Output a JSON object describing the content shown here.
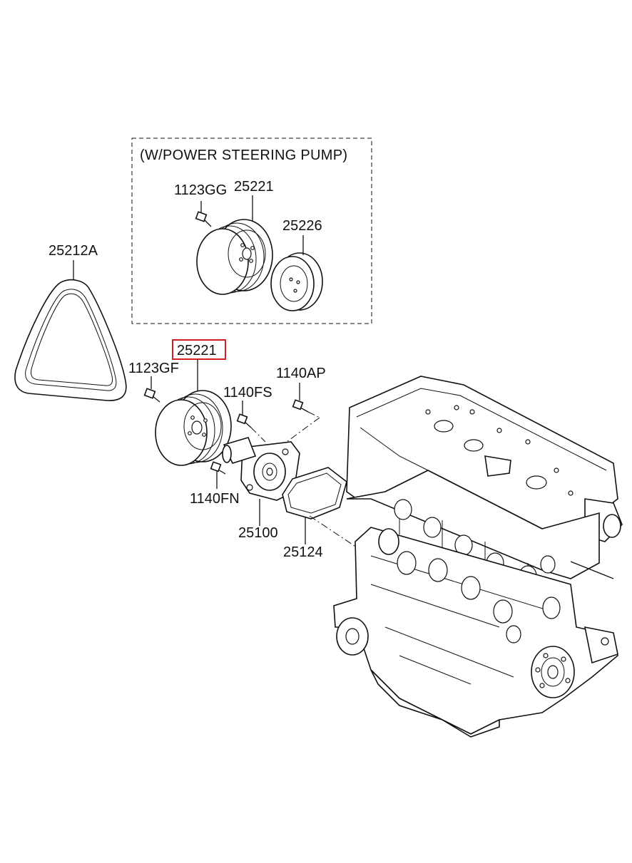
{
  "box": {
    "title": "(W/POWER STEERING PUMP)"
  },
  "labels": {
    "box_bolt": "1123GG",
    "box_pulley": "25221",
    "box_flange": "25226",
    "belt": "25212A",
    "pulley_main": "25221",
    "pulley_bolt": "1123GF",
    "bolt_fs": "1140FS",
    "bolt_ap": "1140AP",
    "bolt_fn": "1140FN",
    "water_pump": "25100",
    "gasket": "25124"
  },
  "highlight_color": "#d21f1f"
}
